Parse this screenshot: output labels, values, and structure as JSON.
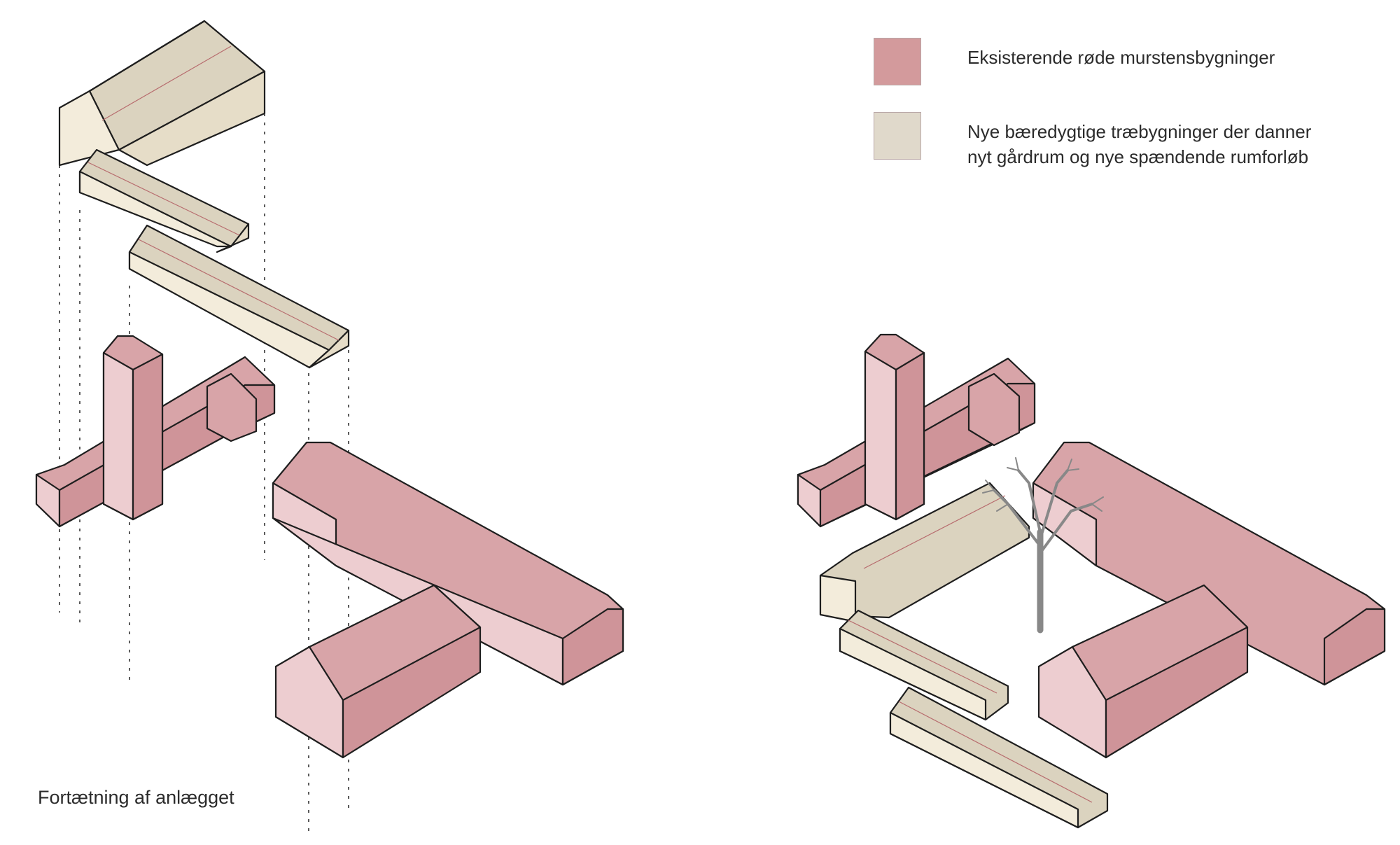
{
  "legend": {
    "items": [
      {
        "lines": [
          "Eksisterende røde murstensbygninger"
        ],
        "color": "#d39a9c"
      },
      {
        "lines": [
          "Nye bæredygtige træbygninger der danner",
          "nyt gårdrum og nye spændende rumforløb"
        ],
        "color": "#e0d9cb"
      }
    ]
  },
  "caption": "Fortætning af anlægget",
  "colors": {
    "brick_roof": "#d8a4a8",
    "brick_wall_light": "#edcdd0",
    "brick_wall_dark": "#cf9499",
    "wood_roof": "#dbd3bf",
    "wood_wall_light": "#f3ecdb",
    "wood_wall_dark": "#e6ddc8",
    "outline": "#1e1e1e",
    "tree": "#8a8a8a"
  }
}
